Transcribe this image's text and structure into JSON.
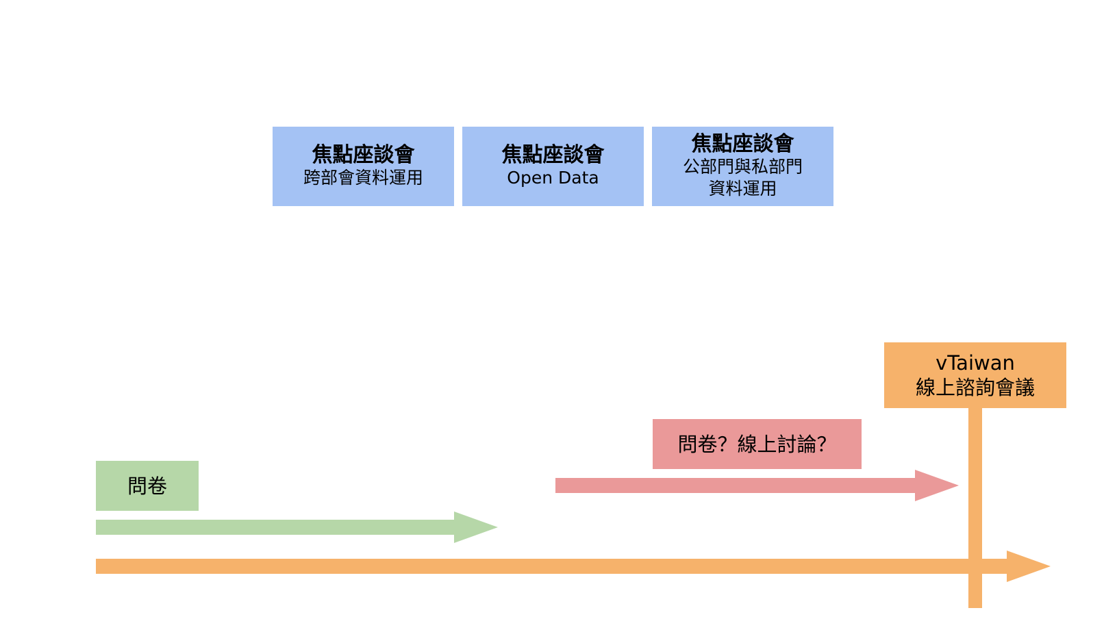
{
  "focus_groups": [
    {
      "title": "焦點座談會",
      "subtitle_lines": [
        "跨部會資料運用"
      ]
    },
    {
      "title": "焦點座談會",
      "subtitle_lines": [
        "Open Data"
      ]
    },
    {
      "title": "焦點座談會",
      "subtitle_lines": [
        "公部門與私部門",
        "資料運用"
      ]
    }
  ],
  "vtaiwan": {
    "line1": "vTaiwan",
    "line2": "線上諮詢會議"
  },
  "questionnaire_label": "問卷",
  "questionnaire_or_online_label": "問卷？線上討論？",
  "colors": {
    "focus_box": "#a4c2f4",
    "vtaiwan": "#f6b26b",
    "questionnaire": "#b6d7a8",
    "questionnaire_or_online": "#ea9999"
  }
}
